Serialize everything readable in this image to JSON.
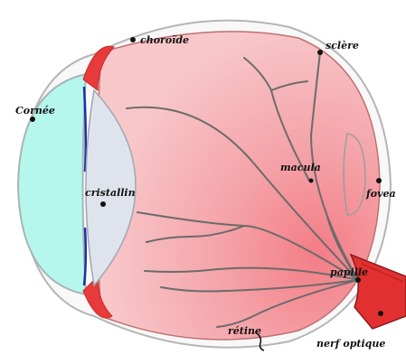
{
  "labels": {
    "choroide": "choroïde",
    "sclere": "sclère",
    "cornee": "Cornée",
    "cristallin": "cristallin",
    "macula": "macula",
    "fovea": "fovea",
    "papille": "papille",
    "retine": "rétine",
    "nerf": "nerf optique"
  },
  "colors": {
    "vitreous": "#f2a3a8",
    "sclera_outline": "#b5b5b5",
    "cornea_fill": "#b5f7ec",
    "lens_fill": "#dfe4ec",
    "ciliary": "#e83a3a",
    "iris_blue": "#1f2fa8",
    "vessel": "#6b6b6b",
    "optic_nerve": "#e23030"
  }
}
